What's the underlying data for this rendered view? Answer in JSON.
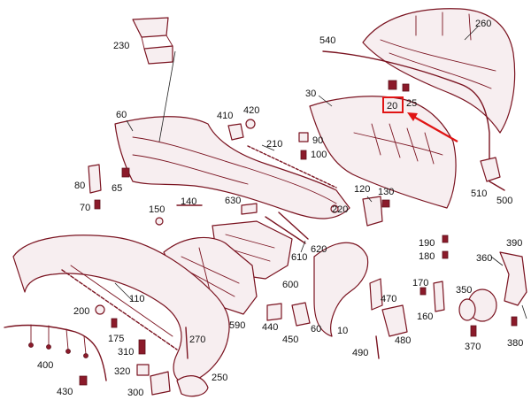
{
  "diagram": {
    "highlighted_part": "20",
    "labels": [
      {
        "text": "230"
      },
      {
        "text": "260"
      },
      {
        "text": "540"
      },
      {
        "text": "20"
      },
      {
        "text": "25"
      },
      {
        "text": "30"
      },
      {
        "text": "60"
      },
      {
        "text": "410"
      },
      {
        "text": "420"
      },
      {
        "text": "90"
      },
      {
        "text": "210"
      },
      {
        "text": "100"
      },
      {
        "text": "80"
      },
      {
        "text": "65"
      },
      {
        "text": "70"
      },
      {
        "text": "120"
      },
      {
        "text": "130"
      },
      {
        "text": "510"
      },
      {
        "text": "500"
      },
      {
        "text": "630"
      },
      {
        "text": "140"
      },
      {
        "text": "150"
      },
      {
        "text": "220"
      },
      {
        "text": "190"
      },
      {
        "text": "180"
      },
      {
        "text": "390"
      },
      {
        "text": "360"
      },
      {
        "text": "620"
      },
      {
        "text": "610"
      },
      {
        "text": "600"
      },
      {
        "text": "170"
      },
      {
        "text": "350"
      },
      {
        "text": "110"
      },
      {
        "text": "200"
      },
      {
        "text": "470"
      },
      {
        "text": "160"
      },
      {
        "text": "175"
      },
      {
        "text": "590"
      },
      {
        "text": "440"
      },
      {
        "text": "450"
      },
      {
        "text": "60"
      },
      {
        "text": "10"
      },
      {
        "text": "480"
      },
      {
        "text": "370"
      },
      {
        "text": "380"
      },
      {
        "text": "270"
      },
      {
        "text": "400"
      },
      {
        "text": "310"
      },
      {
        "text": "490"
      },
      {
        "text": "320"
      },
      {
        "text": "250"
      },
      {
        "text": "430"
      },
      {
        "text": "300"
      }
    ]
  }
}
